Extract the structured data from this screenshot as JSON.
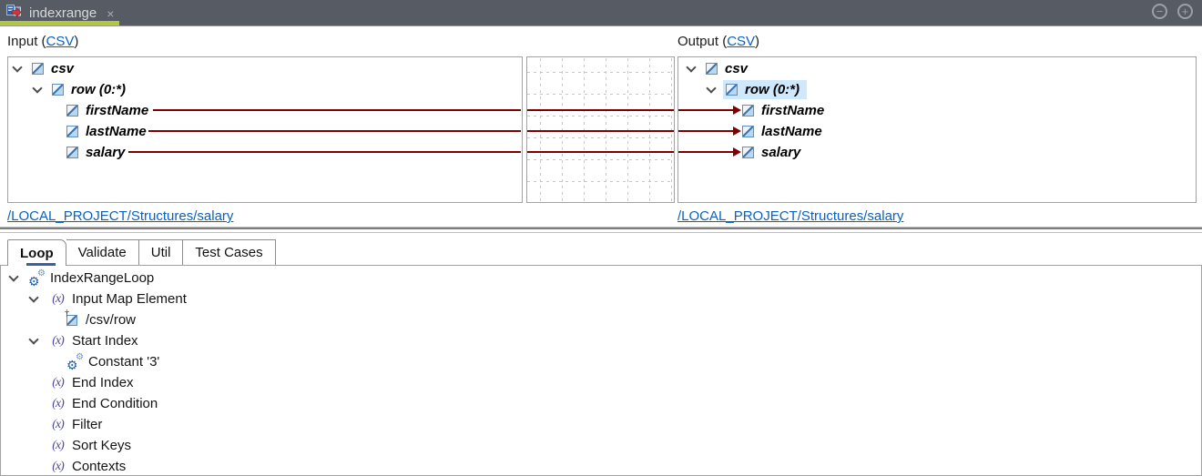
{
  "header": {
    "tab_title": "indexrange"
  },
  "input_section": {
    "label_prefix": "Input (",
    "format_link": "CSV",
    "label_suffix": ")",
    "structure_path": "/LOCAL_PROJECT/Structures/salary",
    "tree": [
      {
        "label": "csv"
      },
      {
        "label": "row (0:*)"
      },
      {
        "label": "firstName"
      },
      {
        "label": "lastName"
      },
      {
        "label": "salary"
      }
    ]
  },
  "output_section": {
    "label_prefix": "Output (",
    "format_link": "CSV",
    "label_suffix": ")",
    "structure_path": "/LOCAL_PROJECT/Structures/salary",
    "selected_node": "row (0:*)",
    "tree": [
      {
        "label": "csv"
      },
      {
        "label": "row (0:*)"
      },
      {
        "label": "firstName"
      },
      {
        "label": "lastName"
      },
      {
        "label": "salary"
      }
    ]
  },
  "mappings": [
    {
      "from": "firstName",
      "to": "firstName"
    },
    {
      "from": "lastName",
      "to": "lastName"
    },
    {
      "from": "salary",
      "to": "salary"
    }
  ],
  "tabs": {
    "active": "Loop",
    "items": [
      {
        "label": "Loop"
      },
      {
        "label": "Validate"
      },
      {
        "label": "Util"
      },
      {
        "label": "Test Cases"
      }
    ]
  },
  "loop_tree": {
    "rows": [
      {
        "label": "IndexRangeLoop",
        "icon": "gears-icon"
      },
      {
        "label": "Input Map Element",
        "icon": "expression-icon"
      },
      {
        "label": "/csv/row",
        "icon": "element-ref-icon"
      },
      {
        "label": "Start Index",
        "icon": "expression-icon"
      },
      {
        "label": "Constant '3'",
        "icon": "gears-icon"
      },
      {
        "label": "End Index",
        "icon": "expression-icon"
      },
      {
        "label": "End Condition",
        "icon": "expression-icon"
      },
      {
        "label": "Filter",
        "icon": "expression-icon"
      },
      {
        "label": "Sort Keys",
        "icon": "expression-icon"
      },
      {
        "label": "Contexts",
        "icon": "expression-icon"
      }
    ]
  },
  "colors": {
    "header_bg": "#565b64",
    "active_tab_underline": "#b2c93b",
    "mapping_line": "#7e0000",
    "link": "#0b61c2",
    "selection_highlight": "#cfe8fb",
    "expression_icon": "#4e4aa0"
  }
}
